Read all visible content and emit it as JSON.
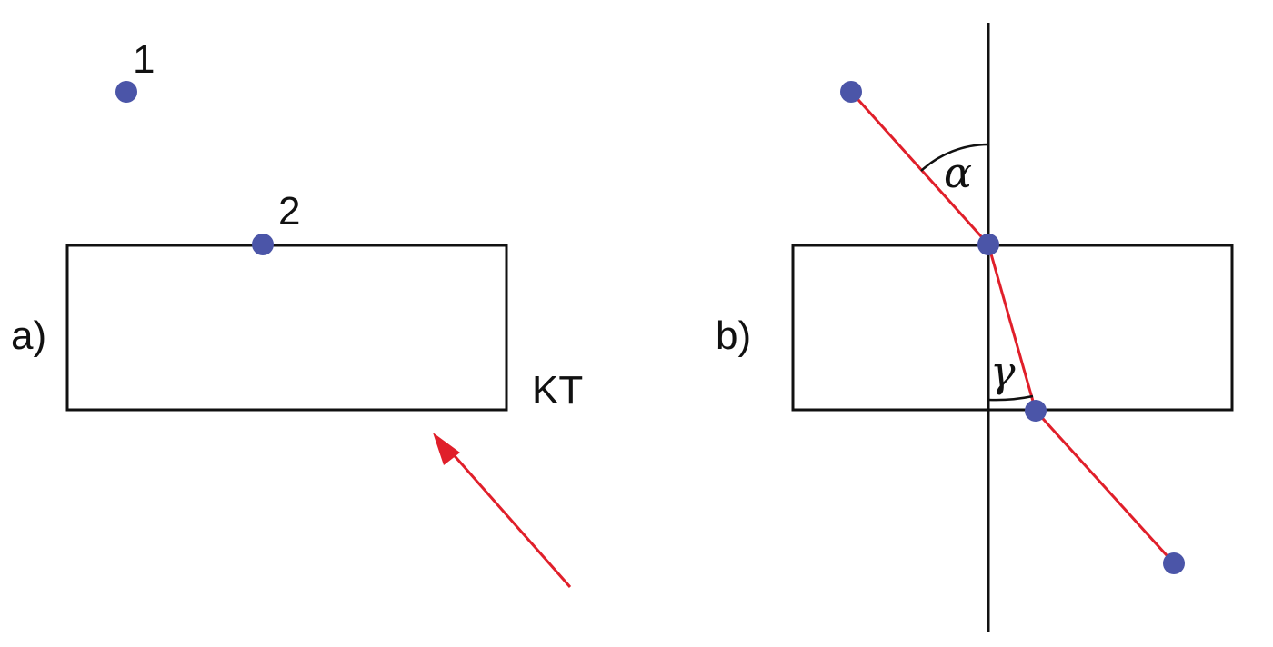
{
  "colors": {
    "point": "#4b55a8",
    "ray": "#e01f2a",
    "line": "#111111",
    "background": "#ffffff"
  },
  "panel_a": {
    "label": "a)",
    "point1_label": "1",
    "point2_label": "2",
    "block_label": "KT"
  },
  "panel_b": {
    "label": "b)",
    "angle_incidence_label": "α",
    "angle_refraction_label": "γ"
  }
}
